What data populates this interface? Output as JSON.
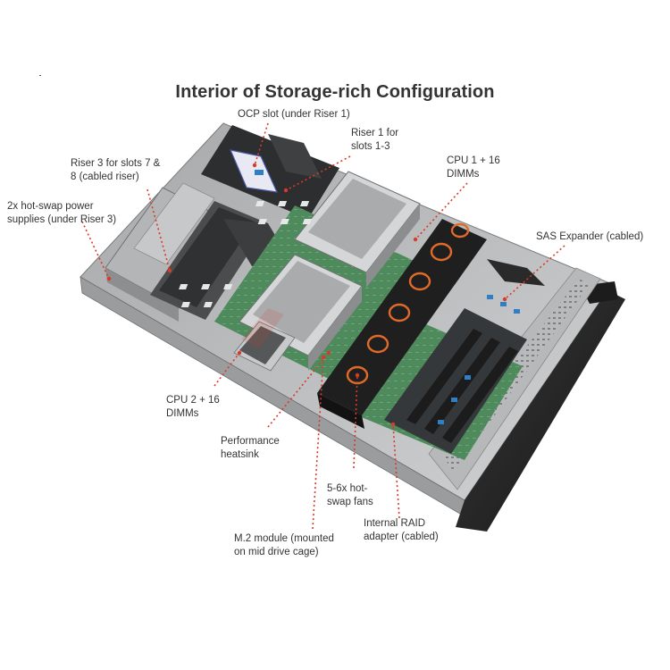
{
  "title": "Interior of Storage-rich Configuration",
  "callouts": {
    "ocp_slot": "OCP slot (under Riser 1)",
    "riser1": "Riser 1 for\nslots 1-3",
    "cpu1": "CPU 1 + 16\nDIMMs",
    "riser3": "Riser 3 for slots 7 &\n8 (cabled riser)",
    "power_supplies": "2x hot-swap power\nsupplies (under Riser 3)",
    "sas_expander": "SAS Expander (cabled)",
    "cpu2": "CPU 2 + 16\nDIMMs",
    "heatsink": "Performance\nheatsink",
    "fans": "5-6x hot-\nswap fans",
    "raid": "Internal RAID\nadapter (cabled)",
    "m2": "M.2 module (mounted\non mid drive cage)"
  },
  "colors": {
    "leader_line": "#d93a2b",
    "chassis_dark": "#2a2a2a",
    "chassis_mid": "#8d8f91",
    "chassis_light": "#c9cbcc",
    "board_green": "#4f8a5c",
    "accent_orange": "#e06a2a",
    "accent_blue": "#2f7fc4"
  }
}
